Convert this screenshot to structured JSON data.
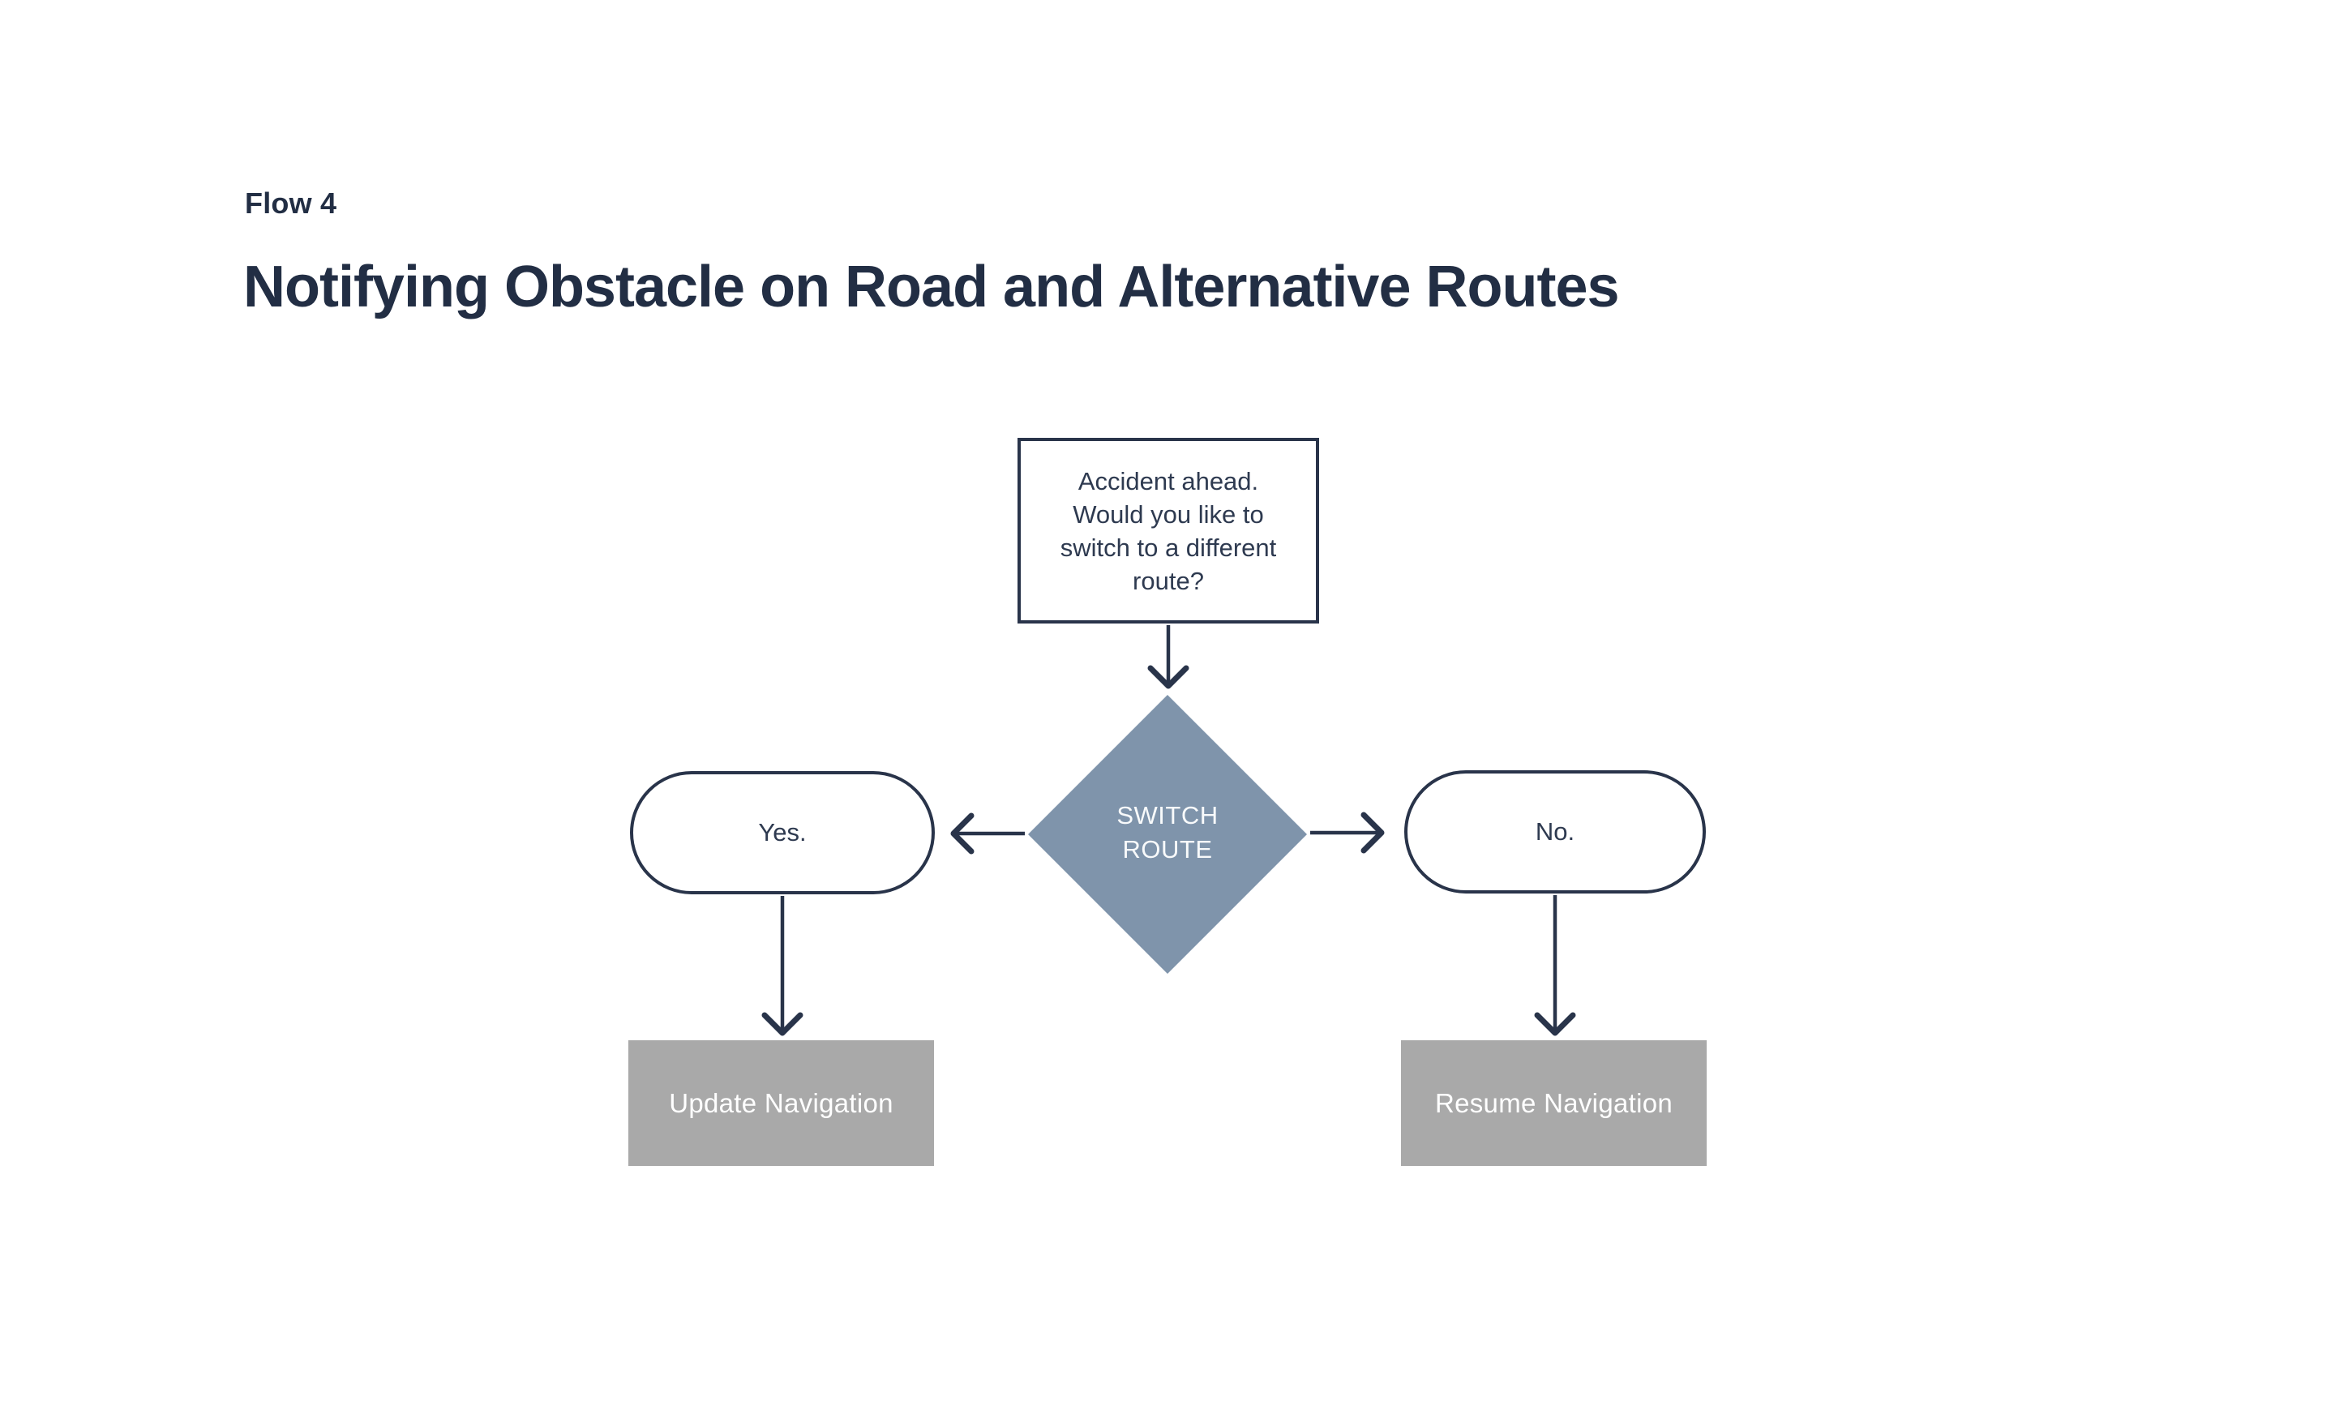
{
  "header": {
    "flow_label": "Flow 4",
    "title": "Notifying Obstacle on Road and Alternative Routes"
  },
  "flowchart": {
    "question_box": {
      "text": "Accident ahead. Would you like to switch to a different route?",
      "lines": [
        "Accident ahead.",
        "Would you like to",
        "switch to a different",
        "route?"
      ]
    },
    "decision_diamond": {
      "text": "SWITCH ROUTE",
      "lines": [
        "SWITCH",
        "ROUTE"
      ]
    },
    "yes_node": {
      "label": "Yes."
    },
    "no_node": {
      "label": "No."
    },
    "yes_action": {
      "label": "Update Navigation"
    },
    "no_action": {
      "label": "Resume Navigation"
    }
  },
  "colors": {
    "background": "#ffffff",
    "heading": "#222e44",
    "ink": "#29344a",
    "node_text": "#2e3a50",
    "node_fill": "#ffffff",
    "diamond_fill": "#7f94ab",
    "diamond_text": "#f8fafb",
    "action_fill": "#a9a9a9",
    "action_text": "#ffffff"
  }
}
